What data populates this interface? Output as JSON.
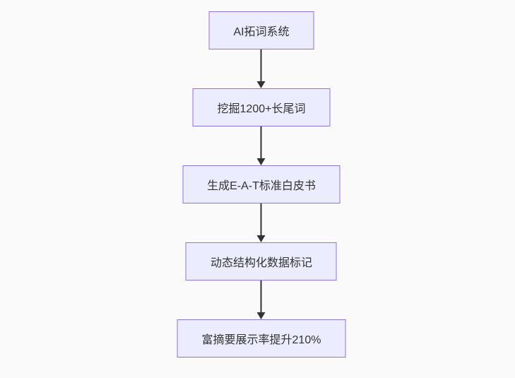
{
  "diagram": {
    "type": "flowchart-top-down",
    "nodes": [
      {
        "label": "AI拓词系统"
      },
      {
        "label": "挖掘1200+长尾词"
      },
      {
        "label": "生成E-A-T标准白皮书"
      },
      {
        "label": "动态结构化数据标记"
      },
      {
        "label": "富摘要展示率提升210%"
      }
    ],
    "edges": [
      {
        "from": 0,
        "to": 1
      },
      {
        "from": 1,
        "to": 2
      },
      {
        "from": 2,
        "to": 3
      },
      {
        "from": 3,
        "to": 4
      }
    ],
    "colors": {
      "node_fill": "#ECECFF",
      "node_border": "#9370DB",
      "text": "#333333",
      "arrow": "#333333",
      "background": "#fafafa"
    }
  }
}
